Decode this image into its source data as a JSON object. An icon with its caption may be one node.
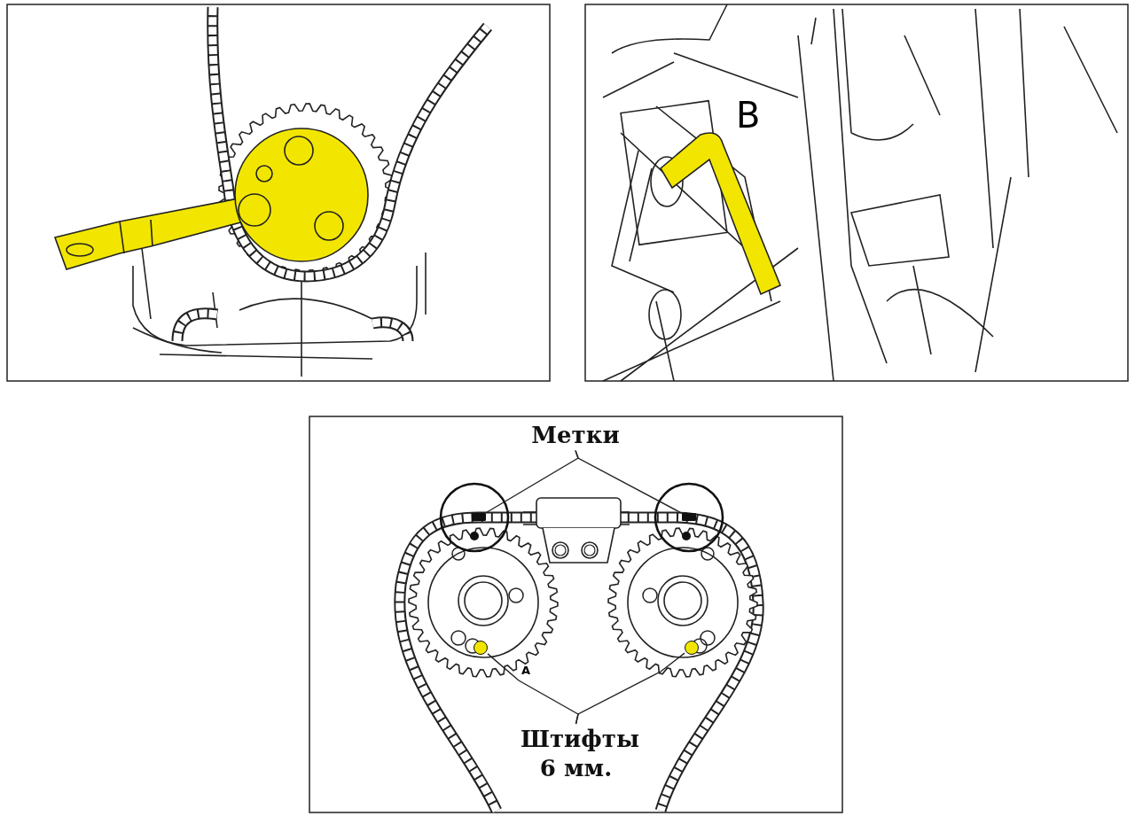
{
  "diagram": {
    "nodes": [
      {
        "text": [
          "Метки"
        ]
      },
      {
        "text": [],
        "shape": "box"
      },
      {
        "text": [],
        "shape": "box"
      },
      {
        "text": [
          "Штифты 6 мм."
        ]
      },
      {
        "text": [],
        "shape": "circle"
      },
      {
        "text": [],
        "shape": "circle"
      }
    ],
    "edges": [
      {
        "from": 0,
        "to": 1,
        "arrow": "none"
      },
      {
        "from": 0,
        "to": 2,
        "arrow": "none"
      },
      {
        "from": 3,
        "to": 4,
        "arrow": "none"
      },
      {
        "from": 3,
        "to": 5,
        "arrow": "none"
      }
    ],
    "labels": [
      "B",
      "A"
    ]
  }
}
